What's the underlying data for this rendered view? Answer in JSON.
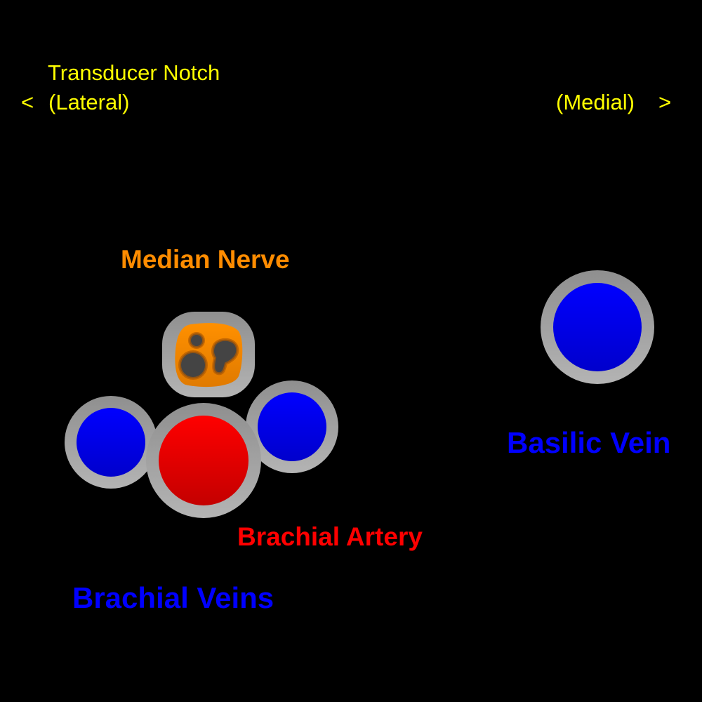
{
  "orientation": {
    "notch_label": "Transducer Notch",
    "left_arrow": "<",
    "lateral_label": "(Lateral)",
    "medial_label": "(Medial)",
    "right_arrow": ">"
  },
  "labels": {
    "median_nerve": "Median Nerve",
    "basilic_vein": "Basilic Vein",
    "brachial_artery": "Brachial Artery",
    "brachial_veins": "Brachial Veins"
  },
  "colors": {
    "background": "#000000",
    "orientation_text": "#ffff00",
    "nerve": "#ff8c00",
    "artery": "#ff0000",
    "vein": "#0000ff",
    "vessel_wall": "#a9a9a9",
    "nerve_fascicle": "#444444"
  }
}
